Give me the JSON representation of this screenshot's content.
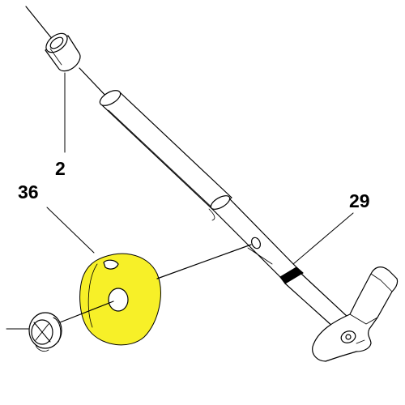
{
  "callouts": {
    "part_2": "2",
    "part_36": "36",
    "part_29": "29"
  },
  "colors": {
    "highlight": "#f7f028",
    "line": "#000000",
    "background": "#ffffff"
  }
}
